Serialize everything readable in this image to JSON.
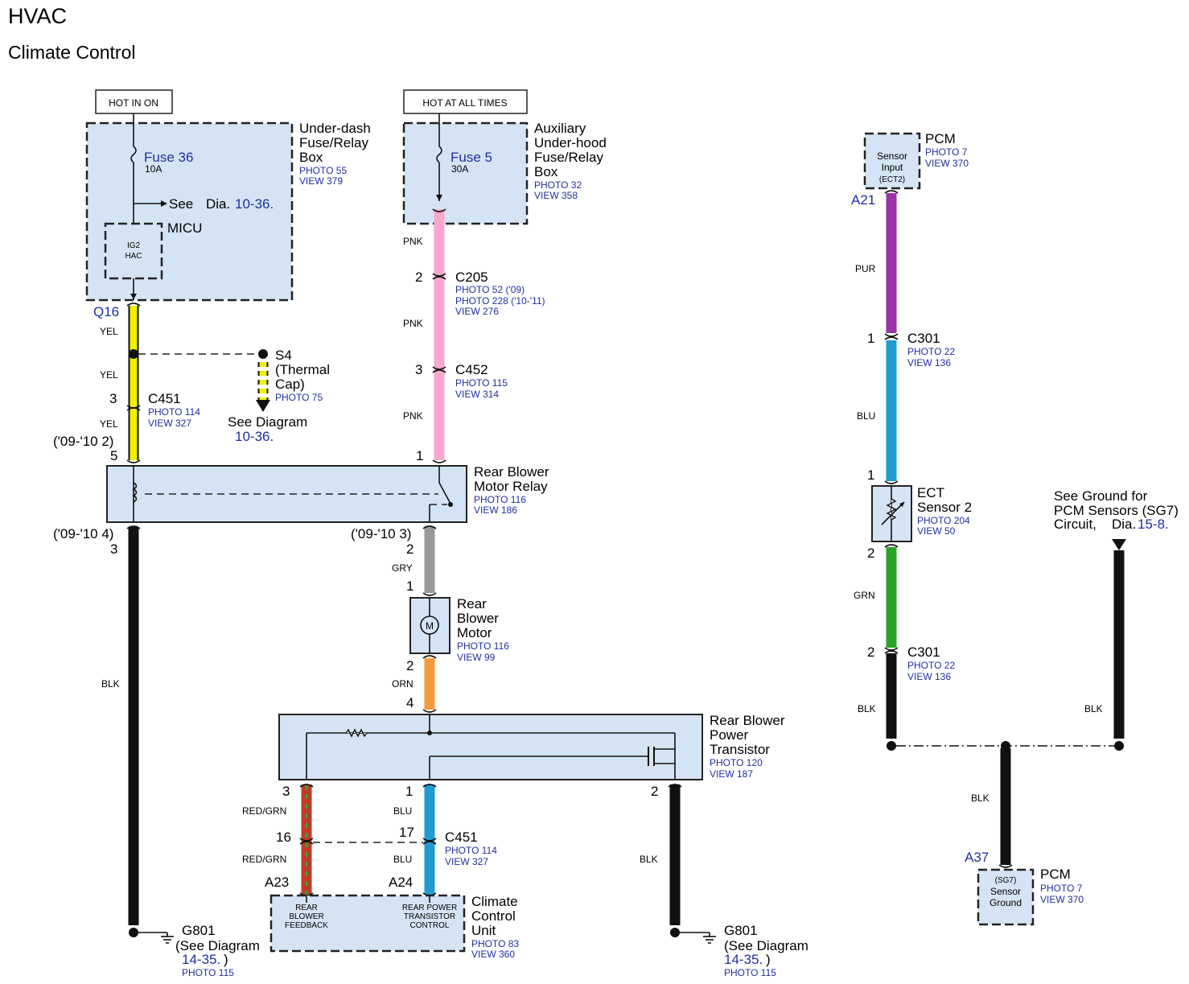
{
  "header": {
    "title": "HVAC",
    "subtitle": "Climate Control"
  },
  "power": {
    "hot_in_on": "HOT IN ON",
    "hot_at_all_times": "HOT AT ALL TIMES"
  },
  "underdash": {
    "name_lines": [
      "Under-dash",
      "Fuse/Relay",
      "Box"
    ],
    "ref_lines": [
      "PHOTO 55",
      "VIEW 379"
    ],
    "fuse": "Fuse 36",
    "fuse_rating": "10A",
    "see_prefix": "See",
    "see_dia": "Dia.",
    "see_num": "10-36.",
    "micu": "MICU",
    "micu_inner": [
      "IG2",
      "HAC"
    ]
  },
  "aux": {
    "name_lines": [
      "Auxiliary",
      "Under-hood",
      "Fuse/Relay",
      "Box"
    ],
    "ref_lines": [
      "PHOTO 32",
      "VIEW 358"
    ],
    "fuse": "Fuse 5",
    "fuse_rating": "30A"
  },
  "left_wire": {
    "terminal": "Q16",
    "yel": "YEL",
    "c451_pin": "3",
    "c451": "C451",
    "c451_refs": [
      "PHOTO 114",
      "VIEW 327"
    ],
    "year_note_top": "('09-'10 2)",
    "relay_pin": "5",
    "s4_lines": [
      "S4",
      "(Thermal",
      "Cap)"
    ],
    "s4_ref": "PHOTO 75",
    "see_diagram": "See Diagram",
    "see_diagram_num": "10-36."
  },
  "mid_wire": {
    "pnk": "PNK",
    "c205_pin": "2",
    "c205": "C205",
    "c205_refs": [
      "PHOTO 52 ('09)",
      "PHOTO 228 ('10-'11)",
      "VIEW 276"
    ],
    "c452_pin": "3",
    "c452": "C452",
    "c452_refs": [
      "PHOTO 115",
      "VIEW 314"
    ],
    "relay_pin": "1"
  },
  "relay": {
    "name_lines": [
      "Rear Blower",
      "Motor Relay"
    ],
    "ref_lines": [
      "PHOTO 116",
      "VIEW 186"
    ]
  },
  "left_lower": {
    "year_note": "('09-'10 4)",
    "pin": "3",
    "blk": "BLK"
  },
  "motor_section": {
    "year_note": "('09-'10 3)",
    "pin_top": "2",
    "gry": "GRY",
    "motor_pin_top": "1",
    "motor_name": [
      "Rear",
      "Blower",
      "Motor"
    ],
    "motor_refs": [
      "PHOTO 116",
      "VIEW 99"
    ],
    "motor_symbol": "M",
    "motor_pin_bottom": "2",
    "orn": "ORN",
    "transistor_pin": "4"
  },
  "transistor": {
    "name_lines": [
      "Rear Blower",
      "Power",
      "Transistor"
    ],
    "ref_lines": [
      "PHOTO 120",
      "VIEW 187"
    ],
    "pin3": "3",
    "pin1": "1",
    "pin2": "2"
  },
  "lower_wires": {
    "redgrn": "RED/GRN",
    "blu": "BLU",
    "blk": "BLK",
    "pin16": "16",
    "pin17": "17",
    "c451": "C451",
    "c451_refs": [
      "PHOTO 114",
      "VIEW 327"
    ],
    "a23": "A23",
    "a24": "A24"
  },
  "ccu": {
    "name_lines": [
      "Climate",
      "Control",
      "Unit"
    ],
    "ref_lines": [
      "PHOTO 83",
      "VIEW 360"
    ],
    "left_inner": [
      "REAR",
      "BLOWER",
      "FEEDBACK"
    ],
    "right_inner": [
      "REAR POWER",
      "TRANSISTOR",
      "CONTROL"
    ]
  },
  "ground_left": {
    "name": "G801",
    "see": "(See Diagram",
    "num": "14-35.",
    "close": ")",
    "ref": "PHOTO 115"
  },
  "ground_right": {
    "name": "G801",
    "see": "(See Diagram",
    "num": "14-35.",
    "close": ")",
    "ref": "PHOTO 115"
  },
  "pcm_top": {
    "inner": [
      "Sensor",
      "Input",
      "(ECT2)"
    ],
    "name": "PCM",
    "refs": [
      "PHOTO 7",
      "VIEW 370"
    ],
    "terminal": "A21",
    "pur": "PUR"
  },
  "right_chain": {
    "c301a_pin": "1",
    "c301a": "C301",
    "c301a_refs": [
      "PHOTO 22",
      "VIEW 136"
    ],
    "blu": "BLU",
    "ect_pin_top": "1",
    "ect_name": [
      "ECT",
      "Sensor 2"
    ],
    "ect_refs": [
      "PHOTO 204",
      "VIEW 50"
    ],
    "ect_pin_bottom": "2",
    "grn": "GRN",
    "c301b_pin": "2",
    "c301b": "C301",
    "c301b_refs": [
      "PHOTO 22",
      "VIEW 136"
    ],
    "blk": "BLK"
  },
  "ground_note": {
    "lines": [
      "See Ground for",
      "PCM Sensors (SG7)",
      "Circuit,"
    ],
    "dia": "Dia.",
    "num": "15-8.",
    "blk": "BLK"
  },
  "pcm_bottom": {
    "blk": "BLK",
    "terminal": "A37",
    "inner": [
      "(SG7)",
      "Sensor",
      "Ground"
    ],
    "name": "PCM",
    "refs": [
      "PHOTO 7",
      "VIEW 370"
    ]
  },
  "colors": {
    "yellow": "#f0f000",
    "pink": "#f8a8cc",
    "gray": "#999999",
    "orange": "#f59a3c",
    "blue": "#1f9bd0",
    "purple": "#9933a6",
    "green": "#2aa32a",
    "black": "#111111",
    "red": "#c0392b",
    "box_fill": "#d5e4f4",
    "ref_blue": "#1f2f9f"
  }
}
